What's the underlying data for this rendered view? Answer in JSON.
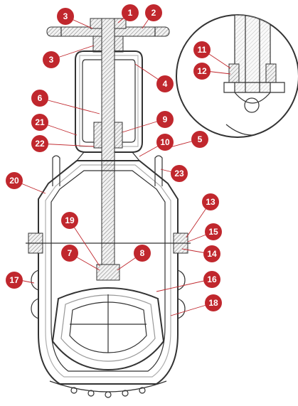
{
  "diagram": {
    "accent_color": "#c0272d",
    "line_color": "#333333",
    "callouts": [
      "1",
      "2",
      "3",
      "3",
      "4",
      "5",
      "6",
      "7",
      "8",
      "9",
      "10",
      "11",
      "12",
      "13",
      "14",
      "15",
      "16",
      "17",
      "18",
      "19",
      "20",
      "21",
      "22",
      "23"
    ]
  }
}
